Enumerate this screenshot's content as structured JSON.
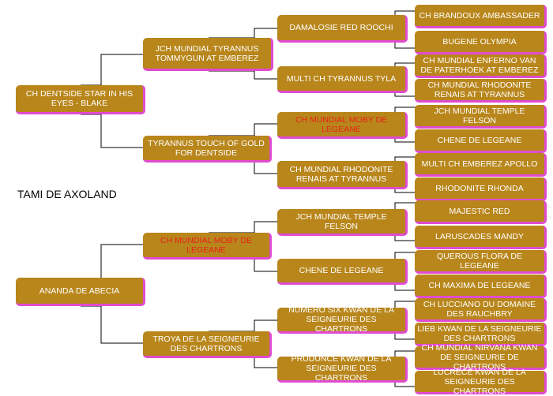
{
  "title": "TAMI DE AXOLAND",
  "colors": {
    "box_fill": "#b8861b",
    "box_shadow": "#e04bd0",
    "text_default": "#ffffff",
    "text_highlight": "#e8231b",
    "connector": "#000000"
  },
  "pedigree": {
    "sire": {
      "name": "CH DENTSIDE STAR IN HIS EYES - BLAKE",
      "sire": {
        "name": "JCH MUNDIAL TYRANNUS TOMMYGUN AT EMBEREZ",
        "sire": {
          "name": "DAMALOSIE RED ROOCHI",
          "sire": "CH BRANDOUX AMBASSADER",
          "dam": "BUGENE OLYMPIA"
        },
        "dam": {
          "name": "MULTI CH TYRANNUS TYLA",
          "sire": "CH MUNDIAL ENFERNO VAN DE PATERHOEK AT EMBEREZ",
          "dam": "CH MUNDIAL RHODONITE RENAIS AT TYRANNUS"
        }
      },
      "dam": {
        "name": "TYRANNUS TOUCH OF GOLD FOR DENTSIDE",
        "sire": {
          "name": "CH MUNDIAL MOBY DE LEGEANE",
          "sire": "JCH MUNDIAL TEMPLE FELSON",
          "dam": "CHENE DE LEGEANE"
        },
        "dam": {
          "name": "CH MUNDIAL RHODONITE RENAIS AT TYRANNUS",
          "sire": "MULTI CH EMBEREZ APOLLO",
          "dam": "RHODONITE RHONDA"
        }
      }
    },
    "dam": {
      "name": "ANANDA DE ABECIA",
      "sire": {
        "name": "CH MUNDIAL MOBY DE LEGEANE",
        "sire": {
          "name": "JCH MUNDIAL TEMPLE FELSON",
          "sire": "MAJESTIC RED",
          "dam": "LARUSCADES MANDY"
        },
        "dam": {
          "name": "CHENE DE LEGEANE",
          "sire": "QUEROUS FLORA DE LEGEANE",
          "dam": "CH MAXIMA DE LEGEANE"
        }
      },
      "dam": {
        "name": "TROYA DE LA SEIGNEURIE DES CHARTRONS",
        "sire": {
          "name": "NUMERO SIX KWAN DE LA SEIGNEURIE DES CHARTRONS",
          "sire": "CH LUCCIANO DU DOMAINE DES RAUCHBRY",
          "dam": "LIEB KWAN DE LA SEIGNEURIE DES CHARTRONS"
        },
        "dam": {
          "name": "PRUDUNCE KWAN DE LA SEIGNEURIE DES CHARTRONS",
          "sire": "CH MUNDIAL NIRVANA KWAN DE SEIGNEURIE DE CHARTRONS",
          "dam": "LUCRECE KWAN DE LA SEIGNEURIE DES CHARTRONS"
        }
      }
    }
  }
}
